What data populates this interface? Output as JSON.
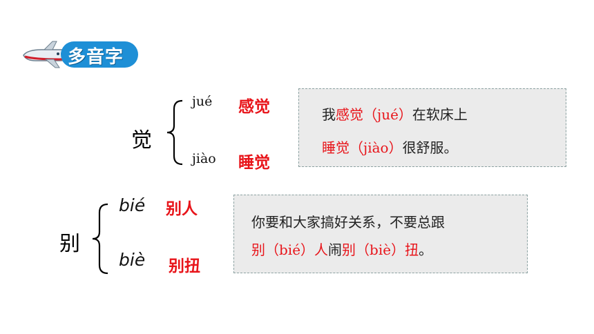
{
  "title": "多音字",
  "group1": {
    "char": "觉",
    "reading1": {
      "pinyin": "jué",
      "word": "感觉"
    },
    "reading2": {
      "pinyin": "jiào",
      "word": "睡觉"
    },
    "sentence": {
      "line1": {
        "pre": "我",
        "red": "感觉（",
        "pin": "jué",
        "red2": "）",
        "post": "在软床上"
      },
      "line2": {
        "red": "睡觉（",
        "pin": "jiào",
        "red2": "）",
        "post": "很舒服。"
      }
    }
  },
  "group2": {
    "char": "别",
    "reading1": {
      "pinyin": "bié",
      "word": "别人"
    },
    "reading2": {
      "pinyin": "biè",
      "word": "别扭"
    },
    "sentence": {
      "line1": "你要和大家搞好关系，不要总跟",
      "line2": {
        "red1": "别（",
        "pin1": "bié",
        "red1b": "）人",
        "mid": "闹",
        "red2": "别（",
        "pin2": "biè",
        "red2b": "）扭",
        "post": "。"
      }
    }
  },
  "colors": {
    "accent_red": "#e8141a",
    "badge_blue": "#1e8fd6",
    "box_bg": "#ebebeb"
  },
  "icons": {
    "logo": "airplane-icon"
  }
}
